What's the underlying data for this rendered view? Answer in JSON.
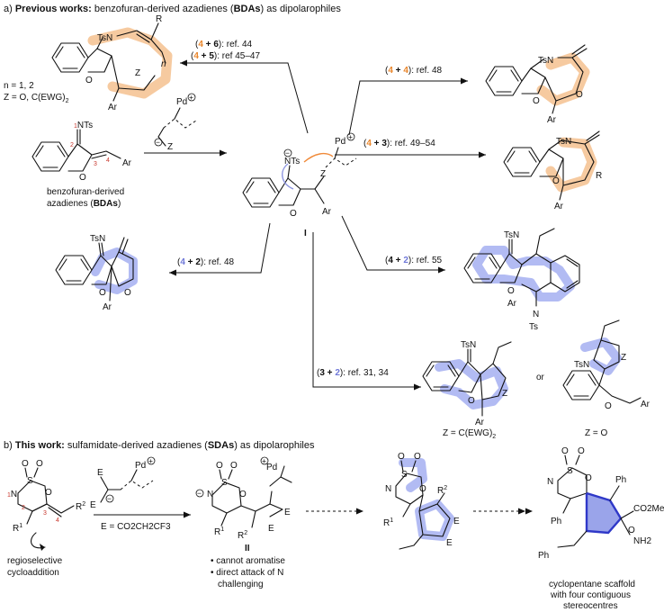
{
  "header_a": {
    "prefix": "a) ",
    "bold": "Previous works:",
    "rest": " benzofuran-derived azadienes (",
    "abbr": "BDAs",
    "tail": ") as dipolarophiles"
  },
  "header_b": {
    "prefix": "b) ",
    "bold": "This work:",
    "rest": " sulfamidate-derived azadienes (",
    "abbr": "SDAs",
    "tail": ") as dipolarophiles"
  },
  "refs": {
    "r46": {
      "a": "4",
      "p": " + ",
      "b": "6",
      "ref": "): ref. 44"
    },
    "r45": {
      "a": "4",
      "p": " + ",
      "b": "5",
      "ref": "): ref 45–47"
    },
    "r44": {
      "a": "4",
      "p": " + ",
      "b": "4",
      "ref": "): ref. 48"
    },
    "r43": {
      "a": "4",
      "p": " + ",
      "b": "3",
      "ref": "): ref. 49–54"
    },
    "r42a": {
      "a": "4",
      "p": " + ",
      "b": "2",
      "ref": "): ref. 48"
    },
    "r42b": {
      "a": "4",
      "p": " + ",
      "b": "2",
      "ref": "): ref. 55"
    },
    "r32": {
      "a": "3",
      "p": " + ",
      "b": "2",
      "ref": "): ref. 31, 34"
    }
  },
  "labels": {
    "n_eq": "n = 1, 2",
    "z_eq": "Z = O, C(EWG)",
    "z_eq_sub": "2",
    "bda_1": "benzofuran-derived",
    "bda_2": "azadienes (",
    "bda_abbr": "BDAs",
    "bda_close": ")",
    "intermediate_I": "I",
    "z_cewg": "Z = C(EWG)",
    "z_cewg_sub": "2",
    "or": "or",
    "z_o": "Z = O",
    "e_eq": "E = CO2CH2CF3",
    "intermediate_II": "II",
    "bullet1": "• cannot aromatise",
    "bullet2": "• direct attack of N",
    "bullet3": "challenging",
    "regio1": "regioselective",
    "regio2": "cycloaddition",
    "cp1": "cyclopentane scaffold",
    "cp2": "with four contiguous",
    "cp3": "stereocentres"
  },
  "atoms": {
    "TsN": "TsN",
    "NTs": "NTs",
    "Ts": "Ts",
    "N": "N",
    "O": "O",
    "Z": "Z",
    "Ar": "Ar",
    "R": "R",
    "n": "n",
    "Pd": "Pd",
    "E": "E",
    "S": "S",
    "R1": "R",
    "R2": "R",
    "Ph": "Ph",
    "CO2Me": "CO2Me",
    "NH2": "NH2",
    "plus": "+",
    "minus": "−",
    "num1": "1",
    "num2": "2",
    "num3": "3",
    "num4": "4"
  }
}
